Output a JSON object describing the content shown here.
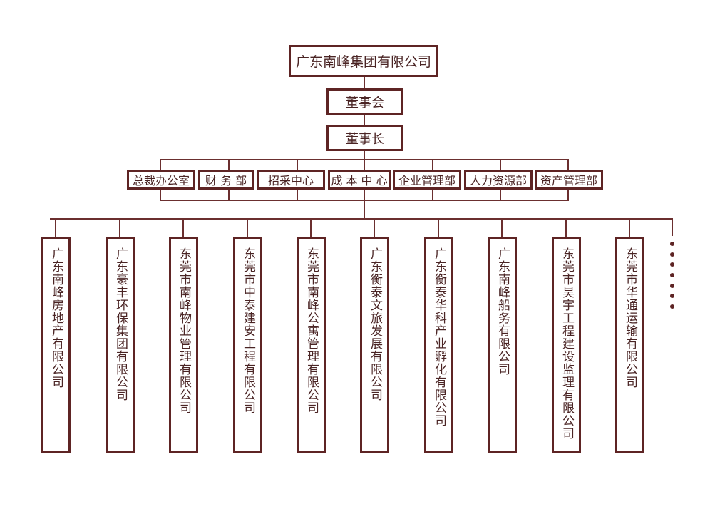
{
  "root": "广东南峰集团有限公司",
  "board": "董事会",
  "chairman": "董事长",
  "departments": [
    "总裁办公室",
    "财 务 部",
    "招采中心",
    "成 本 中 心",
    "企业管理部",
    "人力资源部",
    "资产管理部"
  ],
  "companies": [
    "广东南峰房地产有限公司",
    "广东豪丰环保集团有限公司",
    "东莞市南峰物业管理有限公司",
    "东莞市中泰建安工程有限公司",
    "东莞市南峰公寓管理有限公司",
    "广东衡泰文旅发展有限公司",
    "广东衡泰华科产业孵化有限公司",
    "广东南峰船务有限公司",
    "东莞市昊宇工程建设监理有限公司",
    "东莞市华通运输有限公司"
  ],
  "more_indicator": "more-companies-ellipsis",
  "colors": {
    "line": "#5e2424",
    "text": "#4a2424"
  }
}
